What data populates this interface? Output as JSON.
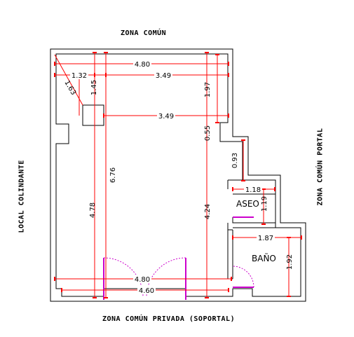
{
  "surroundings": {
    "top": "ZONA COMÚN",
    "bottom": "ZONA COMÚN PRIVADA (SOPORTAL)",
    "left": "LOCAL COLINDANTE",
    "right": "ZONA COMÚN PORTAL"
  },
  "rooms": {
    "aseo": "ASEO",
    "bano": "BAÑO"
  },
  "dimensions": {
    "top_width": "4.80",
    "diag": "1.63",
    "left_seg": "1.32",
    "col_to_right": "3.49",
    "col_height": "1.45",
    "right_upper": "1.97",
    "mid_width": "3.49",
    "niche": "0.55",
    "total_height": "6.76",
    "left_height": "4.78",
    "right_height": "4.24",
    "aseo_upper": "0.93",
    "aseo_width": "1.18",
    "aseo_height": "1.19",
    "bano_width": "1.87",
    "bano_height": "1.92",
    "bottom_width": "4.80",
    "bottom_inner": "4.60"
  },
  "colors": {
    "wall": "#000000",
    "dimension_line": "#ff0000",
    "door": "#cc00cc"
  }
}
